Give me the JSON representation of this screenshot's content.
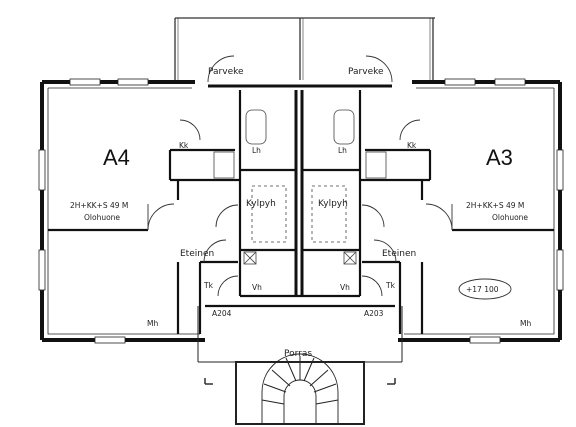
{
  "apartments": {
    "left": {
      "id": "A4",
      "spec": "2H+KK+S 49 M",
      "living_room": "Olohuone",
      "kitchen": "Kk",
      "bathroom": "Kylpyh",
      "linen": "Lh",
      "hall": "Eteinen",
      "closet": "Tk",
      "wardrobe": "Vh",
      "bedroom": "Mh",
      "door_code": "A204"
    },
    "right": {
      "id": "A3",
      "spec": "2H+KK+S 49 M",
      "living_room": "Olohuone",
      "kitchen": "Kk",
      "bathroom": "Kylpyh",
      "linen": "Lh",
      "hall": "Eteinen",
      "closet": "Tk",
      "wardrobe": "Vh",
      "bedroom": "Mh",
      "door_code": "A203",
      "level": "+17 100"
    }
  },
  "balcony_label": "Parveke",
  "stairwell_label": "Porras"
}
